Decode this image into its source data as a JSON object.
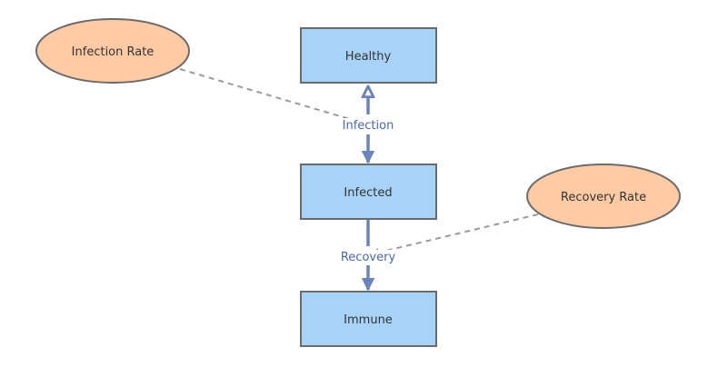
{
  "diagram": {
    "stocks": {
      "healthy": "Healthy",
      "infected": "Infected",
      "immune": "Immune"
    },
    "parameters": {
      "infection_rate": "Infection Rate",
      "recovery_rate": "Recovery Rate"
    },
    "flows": {
      "infection": "Infection",
      "recovery": "Recovery"
    }
  },
  "colors": {
    "stock_fill": "#a8d3f8",
    "parameter_fill": "#ffcba4",
    "flow_line": "#6c83bc",
    "flow_label": "#4a6aa8",
    "link_line": "#9a9a9a",
    "outline": "#6b6b6b"
  }
}
